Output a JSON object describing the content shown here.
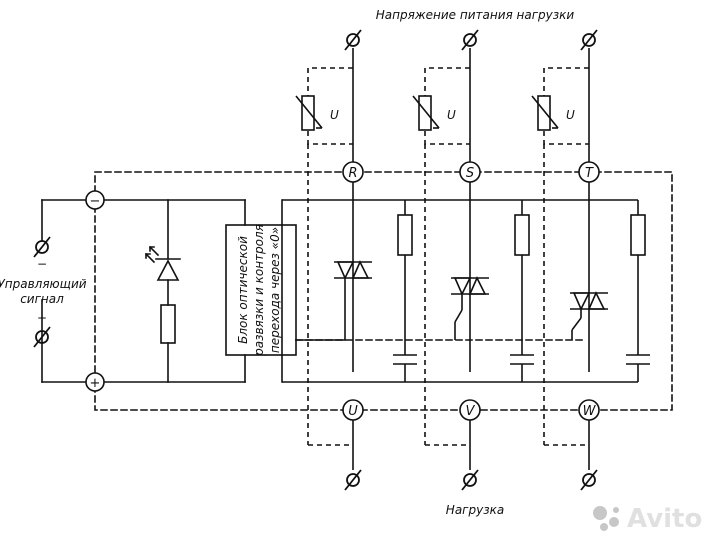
{
  "labels": {
    "supply": "Напряжение питания нагрузки",
    "load": "Нагрузка",
    "control_line1": "Управляющий",
    "control_line2": "сигнал",
    "minus": "−",
    "plus": "+",
    "block_line1": "Блок оптической",
    "block_line2": "развязки и контроля",
    "block_line3": "перехода через «0»",
    "varistor": "U"
  },
  "phases": {
    "inputs": [
      "R",
      "S",
      "T"
    ],
    "outputs": [
      "U",
      "V",
      "W"
    ]
  },
  "watermark": "Avito",
  "colors": {
    "line": "#111111",
    "watermark": "#9a9a9a"
  }
}
